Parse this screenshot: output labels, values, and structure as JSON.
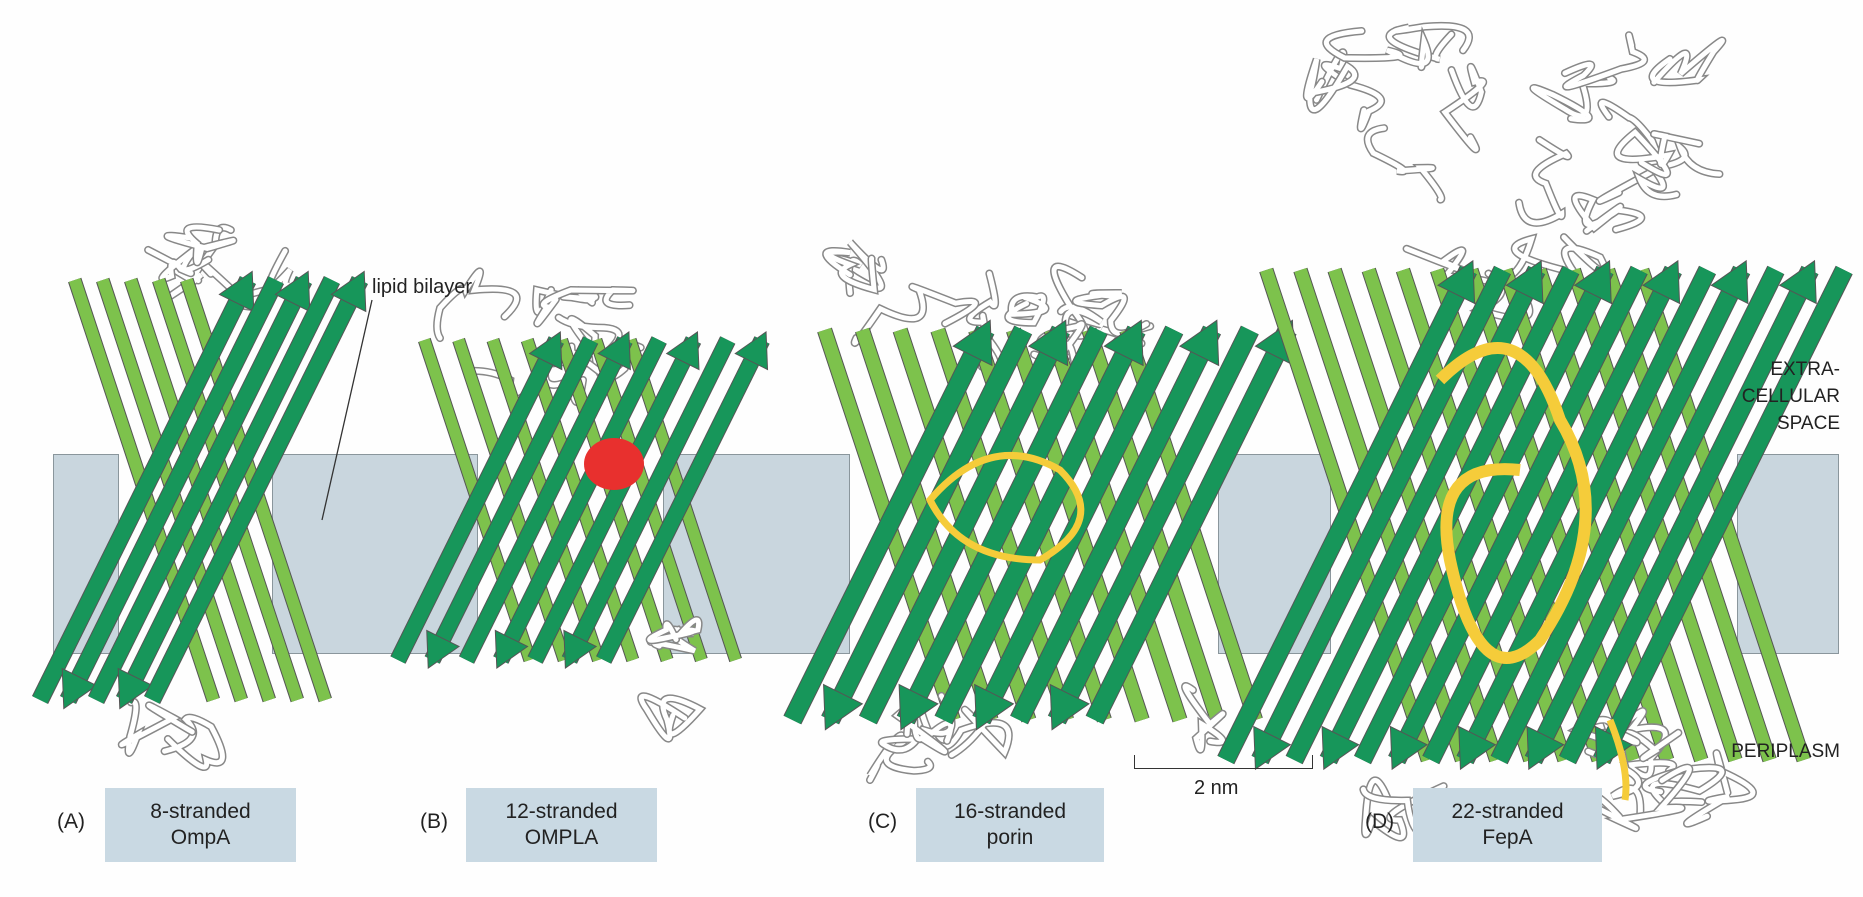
{
  "figure": {
    "lipid_label": "lipid bilayer",
    "extracellular_label": [
      "EXTRA-",
      "CELLULAR",
      "SPACE"
    ],
    "periplasm_label": "PERIPLASM",
    "scale_label": "2 nm",
    "panels": [
      {
        "letter": "(A)",
        "strands": "8-stranded",
        "protein": "OmpA"
      },
      {
        "letter": "(B)",
        "strands": "12-stranded",
        "protein": "OMPLA"
      },
      {
        "letter": "(C)",
        "strands": "16-stranded",
        "protein": "porin"
      },
      {
        "letter": "(D)",
        "strands": "22-stranded",
        "protein": "FepA"
      }
    ]
  },
  "colors": {
    "membrane": "#c9d6de",
    "label_box": "#c9d9e3",
    "front_strand": "#17965a",
    "back_strand": "#7dc24c",
    "loop": "#ffffff",
    "plug": "#f5cc3a",
    "active_site": "#e8302e"
  }
}
